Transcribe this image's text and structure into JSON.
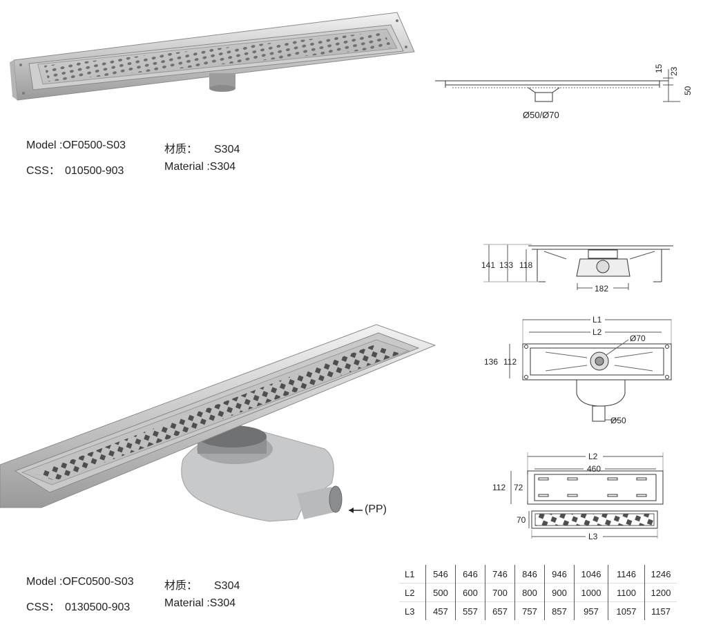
{
  "product1": {
    "model_label": "Model : ",
    "model": "OF0500-S03",
    "material_cn_label": "材质：",
    "material_cn": "S304",
    "css_label": "CSS：",
    "css": "010500-903",
    "material_label": "Material : ",
    "material": "S304",
    "drawing": {
      "dim_15": "15",
      "dim_23": "23",
      "dim_50": "50",
      "outlet": "Ø50/Ø70"
    }
  },
  "product2": {
    "model_label": "Model : ",
    "model": "OFC0500-S03",
    "material_cn_label": "材质：",
    "material_cn": "S304",
    "css_label": "CSS：",
    "css": "0130500-903",
    "material_label": "Material : ",
    "material": "S304",
    "pp_label": "(PP)",
    "side_view": {
      "h1": "141",
      "h2": "133",
      "h3": "118",
      "w": "182"
    },
    "top_view": {
      "l1": "L1",
      "l2": "L2",
      "outlet_top": "Ø70",
      "h1": "136",
      "h2": "112",
      "outlet_bottom": "Ø50"
    },
    "grate_view": {
      "l2": "L2",
      "w": "460",
      "h1": "112",
      "h2": "72",
      "h3": "70",
      "l3": "L3"
    }
  },
  "dimension_table": {
    "rows": [
      {
        "label": "L1",
        "values": [
          "546",
          "646",
          "746",
          "846",
          "946",
          "1046",
          "1146",
          "1246"
        ]
      },
      {
        "label": "L2",
        "values": [
          "500",
          "600",
          "700",
          "800",
          "900",
          "1000",
          "1100",
          "1200"
        ]
      },
      {
        "label": "L3",
        "values": [
          "457",
          "557",
          "657",
          "757",
          "857",
          "957",
          "1057",
          "1157"
        ]
      }
    ]
  }
}
